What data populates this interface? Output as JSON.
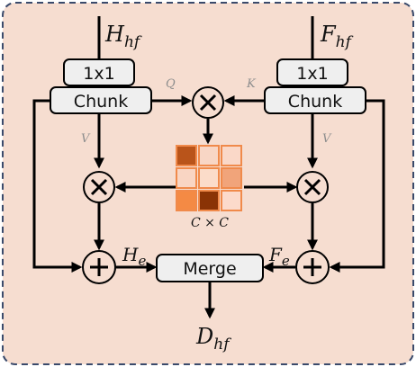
{
  "inputs": {
    "left": {
      "base": "H",
      "sub": "hf"
    },
    "right": {
      "base": "F",
      "sub": "hf"
    }
  },
  "blocks": {
    "conv_label": "1x1",
    "chunk_label": "Chunk",
    "merge_label": "Merge"
  },
  "edge_labels": {
    "q": "Q",
    "k": "K",
    "v": "V"
  },
  "intermediates": {
    "left": {
      "base": "H",
      "sub": "e"
    },
    "right": {
      "base": "F",
      "sub": "e"
    }
  },
  "matrix": {
    "label": "C × C",
    "cells": [
      [
        "#b9541a",
        "#f8d6c5",
        "#fad8c8"
      ],
      [
        "#f9d5c3",
        "#fbdcc9",
        "#f1a47a"
      ],
      [
        "#f48a44",
        "#8a3305",
        "#fcdacb"
      ]
    ]
  },
  "output": {
    "base": "D",
    "sub": "hf"
  },
  "colors": {
    "panel_background": "#f6ddd0",
    "panel_border": "#3a4a6b",
    "matrix_border": "#f08a4b",
    "block_fill": "#efefef"
  }
}
